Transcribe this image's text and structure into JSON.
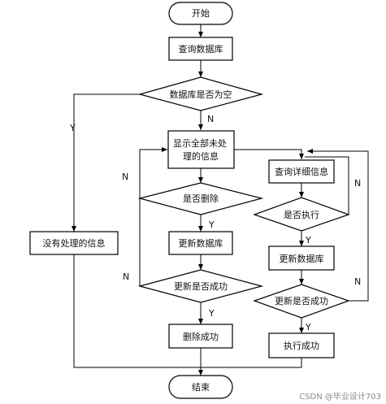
{
  "nodes": {
    "start": "开始",
    "query_db": "查询数据库",
    "db_empty": "数据库是否为空",
    "show_line1": "显示全部未处",
    "show_line2": "理的信息",
    "delete_q": "是否删除",
    "update_db_left": "更新数据库",
    "update_ok_left": "更新是否成功",
    "delete_done": "删除成功",
    "no_info": "没有处理的信息",
    "query_detail": "查询详细信息",
    "execute_q": "是否执行",
    "update_db_right": "更新数据库",
    "update_ok_right": "更新是否成功",
    "execute_done": "执行成功",
    "end": "结束"
  },
  "labels": {
    "y_empty": "Y",
    "n_empty": "N",
    "n_delete": "N",
    "y_delete": "Y",
    "n_update_left": "N",
    "y_update_left": "Y",
    "y_execute": "Y",
    "n_execute": "N",
    "y_update_right": "Y",
    "n_update_right": "N"
  },
  "watermark": "CSDN @毕业设计703"
}
